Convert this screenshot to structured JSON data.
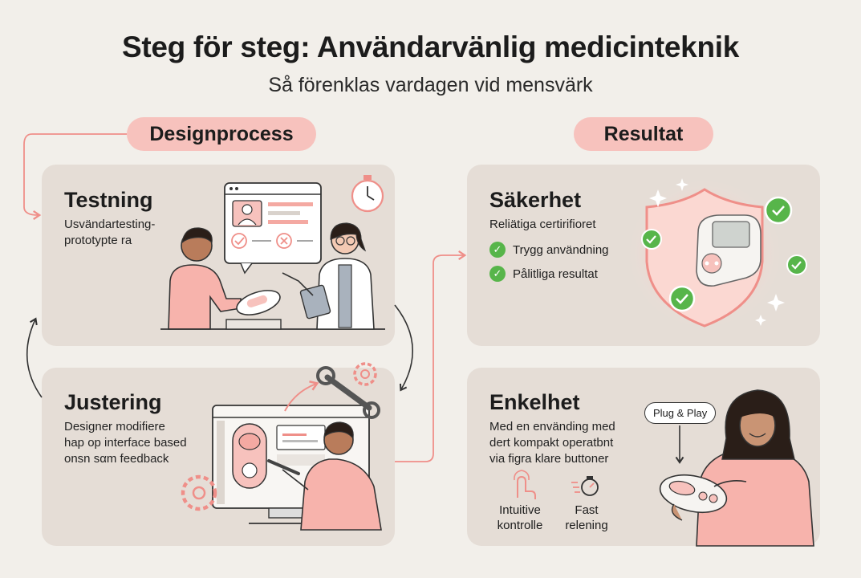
{
  "header": {
    "title": "Steg för steg: Användarvänlig medicinteknik",
    "subtitle": "Så förenklas vardagen vid mensvärk"
  },
  "sections": {
    "left_label": "Designprocess",
    "right_label": "Resultat"
  },
  "cards": {
    "testing": {
      "title": "Testning",
      "desc": [
        "Usvändartesting-",
        "prototypte ra"
      ]
    },
    "adjust": {
      "title": "Justering",
      "desc": [
        "Designer modifiere",
        "hap op interface based",
        "onsn sαm feedback"
      ]
    },
    "safety": {
      "title": "Säkerhet",
      "desc": "Reliätiga certirifioret",
      "checks": [
        "Trygg användning",
        "Pålitliga resultat"
      ]
    },
    "simple": {
      "title": "Enkelhet",
      "desc": [
        "Med en envänding med",
        "dert kompakt operatbnt",
        "via figra klare buttoner"
      ],
      "badge": "Plug & Play",
      "features": [
        {
          "line1": "Intuitive",
          "line2": "kontrolle",
          "icon": "hand-tap-icon"
        },
        {
          "line1": "Fast",
          "line2": "relening",
          "icon": "stopwatch-icon"
        }
      ]
    }
  },
  "colors": {
    "background": "#f2efea",
    "card": "#e5ddd6",
    "pill": "#f7c2bd",
    "accent": "#ef8f89",
    "check": "#57b54a"
  }
}
